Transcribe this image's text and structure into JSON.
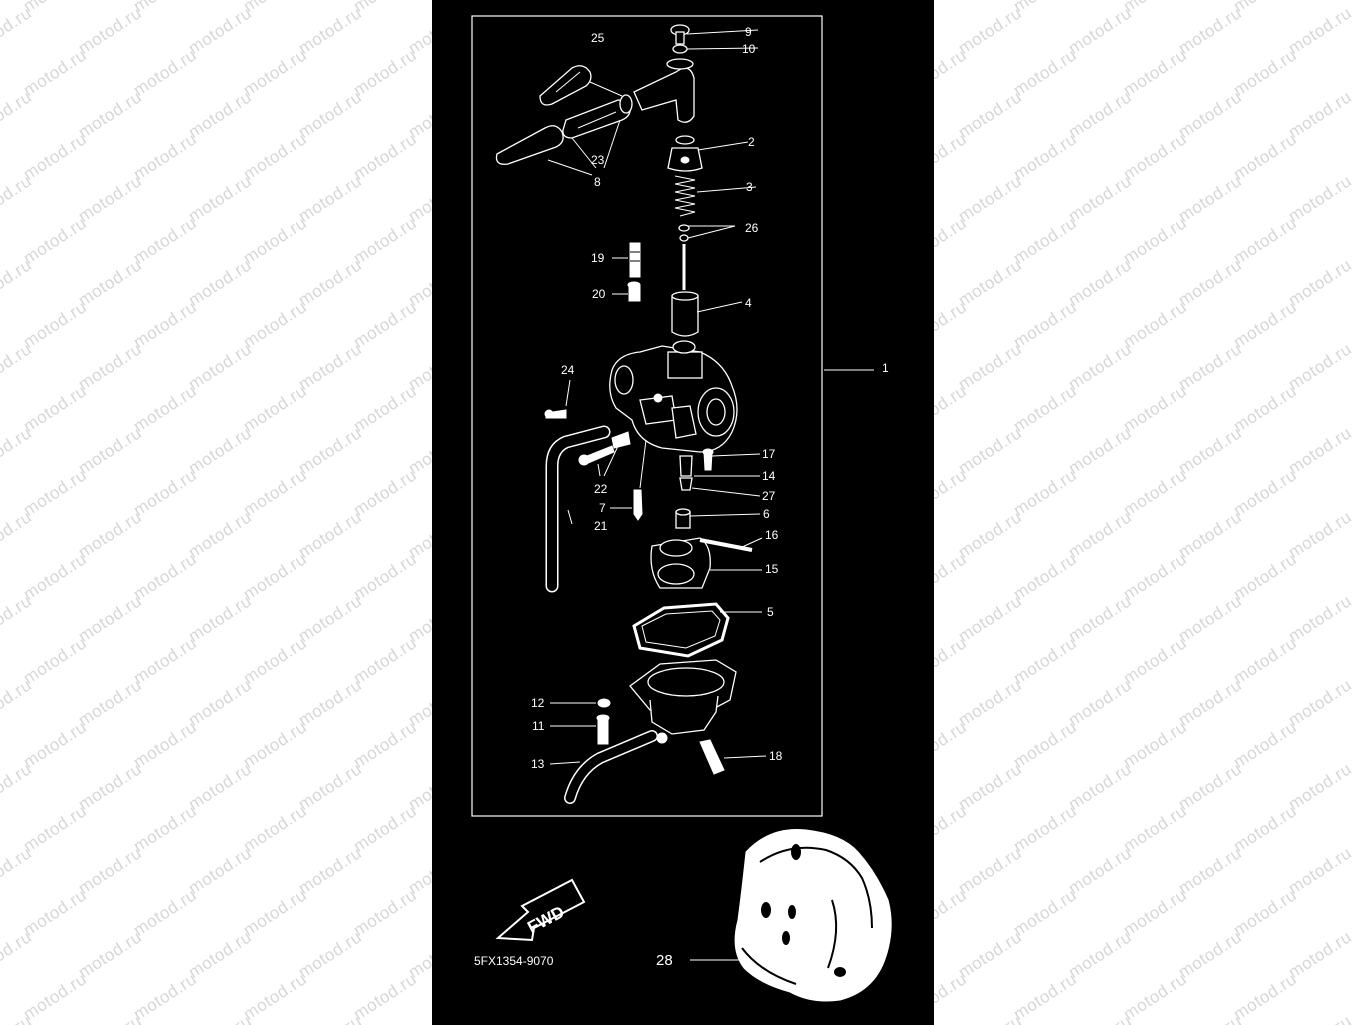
{
  "watermark": "motod.ru",
  "drawing_code": "5FX1354-9070",
  "fwd_label": "FWD",
  "callouts": {
    "c1": "1",
    "c2": "2",
    "c3": "3",
    "c4": "4",
    "c5": "5",
    "c6": "6",
    "c7": "7",
    "c8": "8",
    "c9": "9",
    "c10": "10",
    "c11": "11",
    "c12": "12",
    "c13": "13",
    "c14": "14",
    "c15": "15",
    "c16": "16",
    "c17": "17",
    "c18": "18",
    "c19": "19",
    "c20": "20",
    "c21": "21",
    "c22": "22",
    "c23": "23",
    "c24": "24",
    "c25": "25",
    "c26": "26",
    "c27": "27",
    "c28": "28"
  },
  "colors": {
    "background": "#000000",
    "linework": "#ffffff",
    "page": "#ffffff",
    "watermark": "#d7d7d7"
  }
}
